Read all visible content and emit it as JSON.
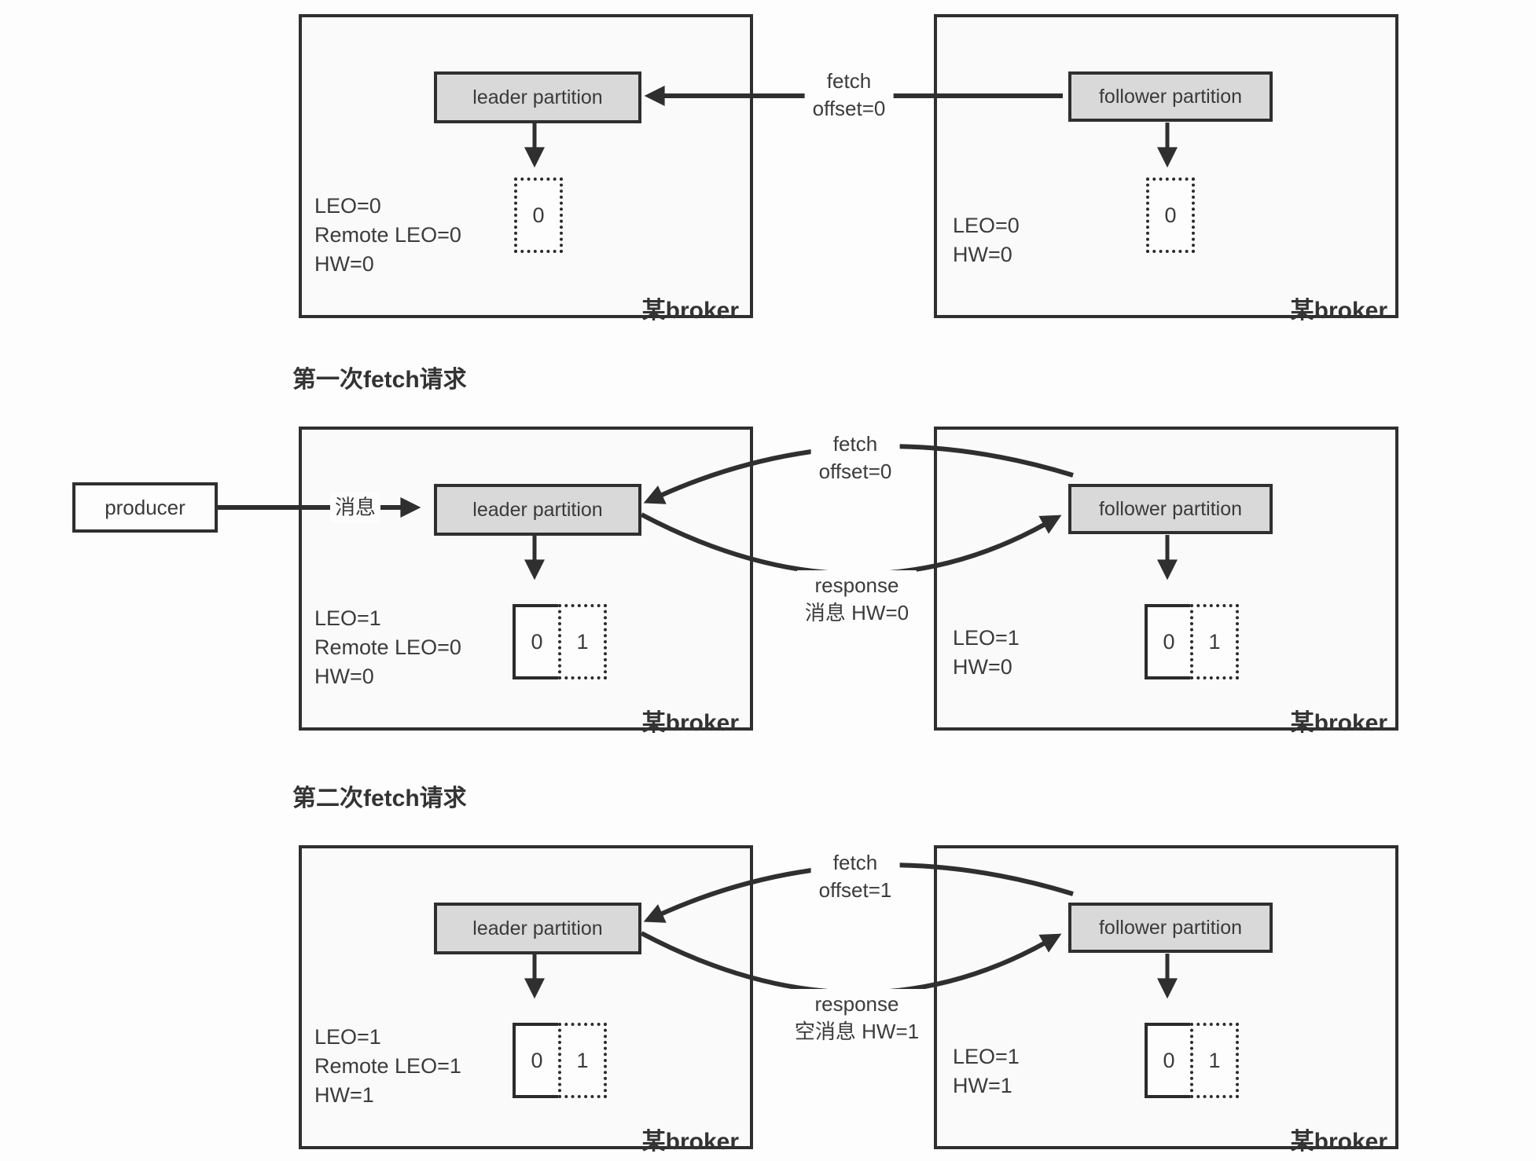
{
  "colors": {
    "broker_fill": "#fafafa",
    "partition_fill": "#d9d9d9",
    "line": "#2f2f2f"
  },
  "rows": [
    {
      "arrows": {
        "fetch": [
          "fetch",
          "offset=0"
        ]
      },
      "left": {
        "partition": "leader partition",
        "stats": [
          "LEO=0",
          "Remote LEO=0",
          "HW=0"
        ],
        "cells": [
          {
            "value": "0"
          }
        ],
        "broker": "某broker"
      },
      "right": {
        "partition": "follower partition",
        "stats": [
          "LEO=0",
          "HW=0"
        ],
        "cells": [
          {
            "value": "0"
          }
        ],
        "broker": "某broker"
      }
    },
    {
      "heading": "第一次fetch请求",
      "producer": {
        "label": "producer",
        "message": "消息"
      },
      "arrows": {
        "fetch": [
          "fetch",
          "offset=0"
        ],
        "response": [
          "response",
          "消息 HW=0"
        ]
      },
      "left": {
        "partition": "leader partition",
        "stats": [
          "LEO=1",
          "Remote LEO=0",
          "HW=0"
        ],
        "cells": [
          {
            "value": "0"
          },
          {
            "value": "1"
          }
        ],
        "broker": "某broker"
      },
      "right": {
        "partition": "follower partition",
        "stats": [
          "LEO=1",
          "HW=0"
        ],
        "cells": [
          {
            "value": "0"
          },
          {
            "value": "1"
          }
        ],
        "broker": "某broker"
      }
    },
    {
      "heading": "第二次fetch请求",
      "arrows": {
        "fetch": [
          "fetch",
          "offset=1"
        ],
        "response": [
          "response",
          "空消息 HW=1"
        ]
      },
      "left": {
        "partition": "leader partition",
        "stats": [
          "LEO=1",
          "Remote LEO=1",
          "HW=1"
        ],
        "cells": [
          {
            "value": "0"
          },
          {
            "value": "1"
          }
        ],
        "broker": "某broker"
      },
      "right": {
        "partition": "follower partition",
        "stats": [
          "LEO=1",
          "HW=1"
        ],
        "cells": [
          {
            "value": "0"
          },
          {
            "value": "1"
          }
        ],
        "broker": "某broker"
      }
    }
  ]
}
